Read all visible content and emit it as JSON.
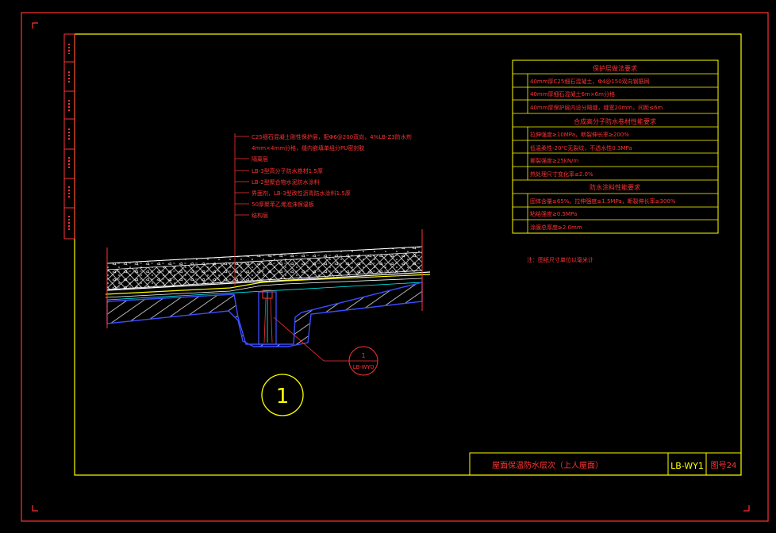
{
  "drawing": {
    "title": "屋面保温防水层次（上人屋面）",
    "code": "LB-WY1",
    "sheet": "图号24",
    "figure_number": "1",
    "callout": {
      "number": "1",
      "ref": "LB-WY0"
    },
    "note": "注：图纸尺寸单位以毫米计",
    "colors": {
      "frame": "#ffff00",
      "annotation": "#ff0000",
      "structure": "#0000ff",
      "hatch": "#ffffff"
    }
  },
  "layers": [
    "C25细石混凝土刚性保护层，配Φ6@200双向，4%LB-Z3防水剂",
    "4mm×4mm分格，缝内嵌填单组分PU密封胶",
    "隔离层",
    "LB-3型高分子防水卷材1.5厚",
    "LB-2型聚合物水泥防水涂料",
    "界面剂，LB-3型改性沥青防水涂料1.5厚",
    "50厚聚苯乙烯泡沫保温板",
    "结构层"
  ],
  "table": {
    "sections": [
      {
        "header": "保护层做法要求",
        "rows": [
          "40mm厚C25细石混凝土，Φ4@150双向钢筋网",
          "40mm厚细石混凝土6m×6m分格",
          "40mm厚保护层内设分隔缝，缝宽20mm，间距≤6m"
        ]
      },
      {
        "header": "合成高分子防水卷材性能要求",
        "rows": [
          "拉伸强度≥10MPa，断裂伸长率≥200%",
          "低温柔性-20℃无裂纹，不透水性0.3MPa",
          "撕裂强度≥25kN/m",
          "热处理尺寸变化率≤2.0%"
        ]
      },
      {
        "header": "防水涂料性能要求",
        "rows": [
          "固体含量≥65%，拉伸强度≥1.5MPa，断裂伸长率≥300%",
          "粘结强度≥0.5MPa",
          "涂膜总厚度≥2.0mm"
        ]
      }
    ]
  }
}
